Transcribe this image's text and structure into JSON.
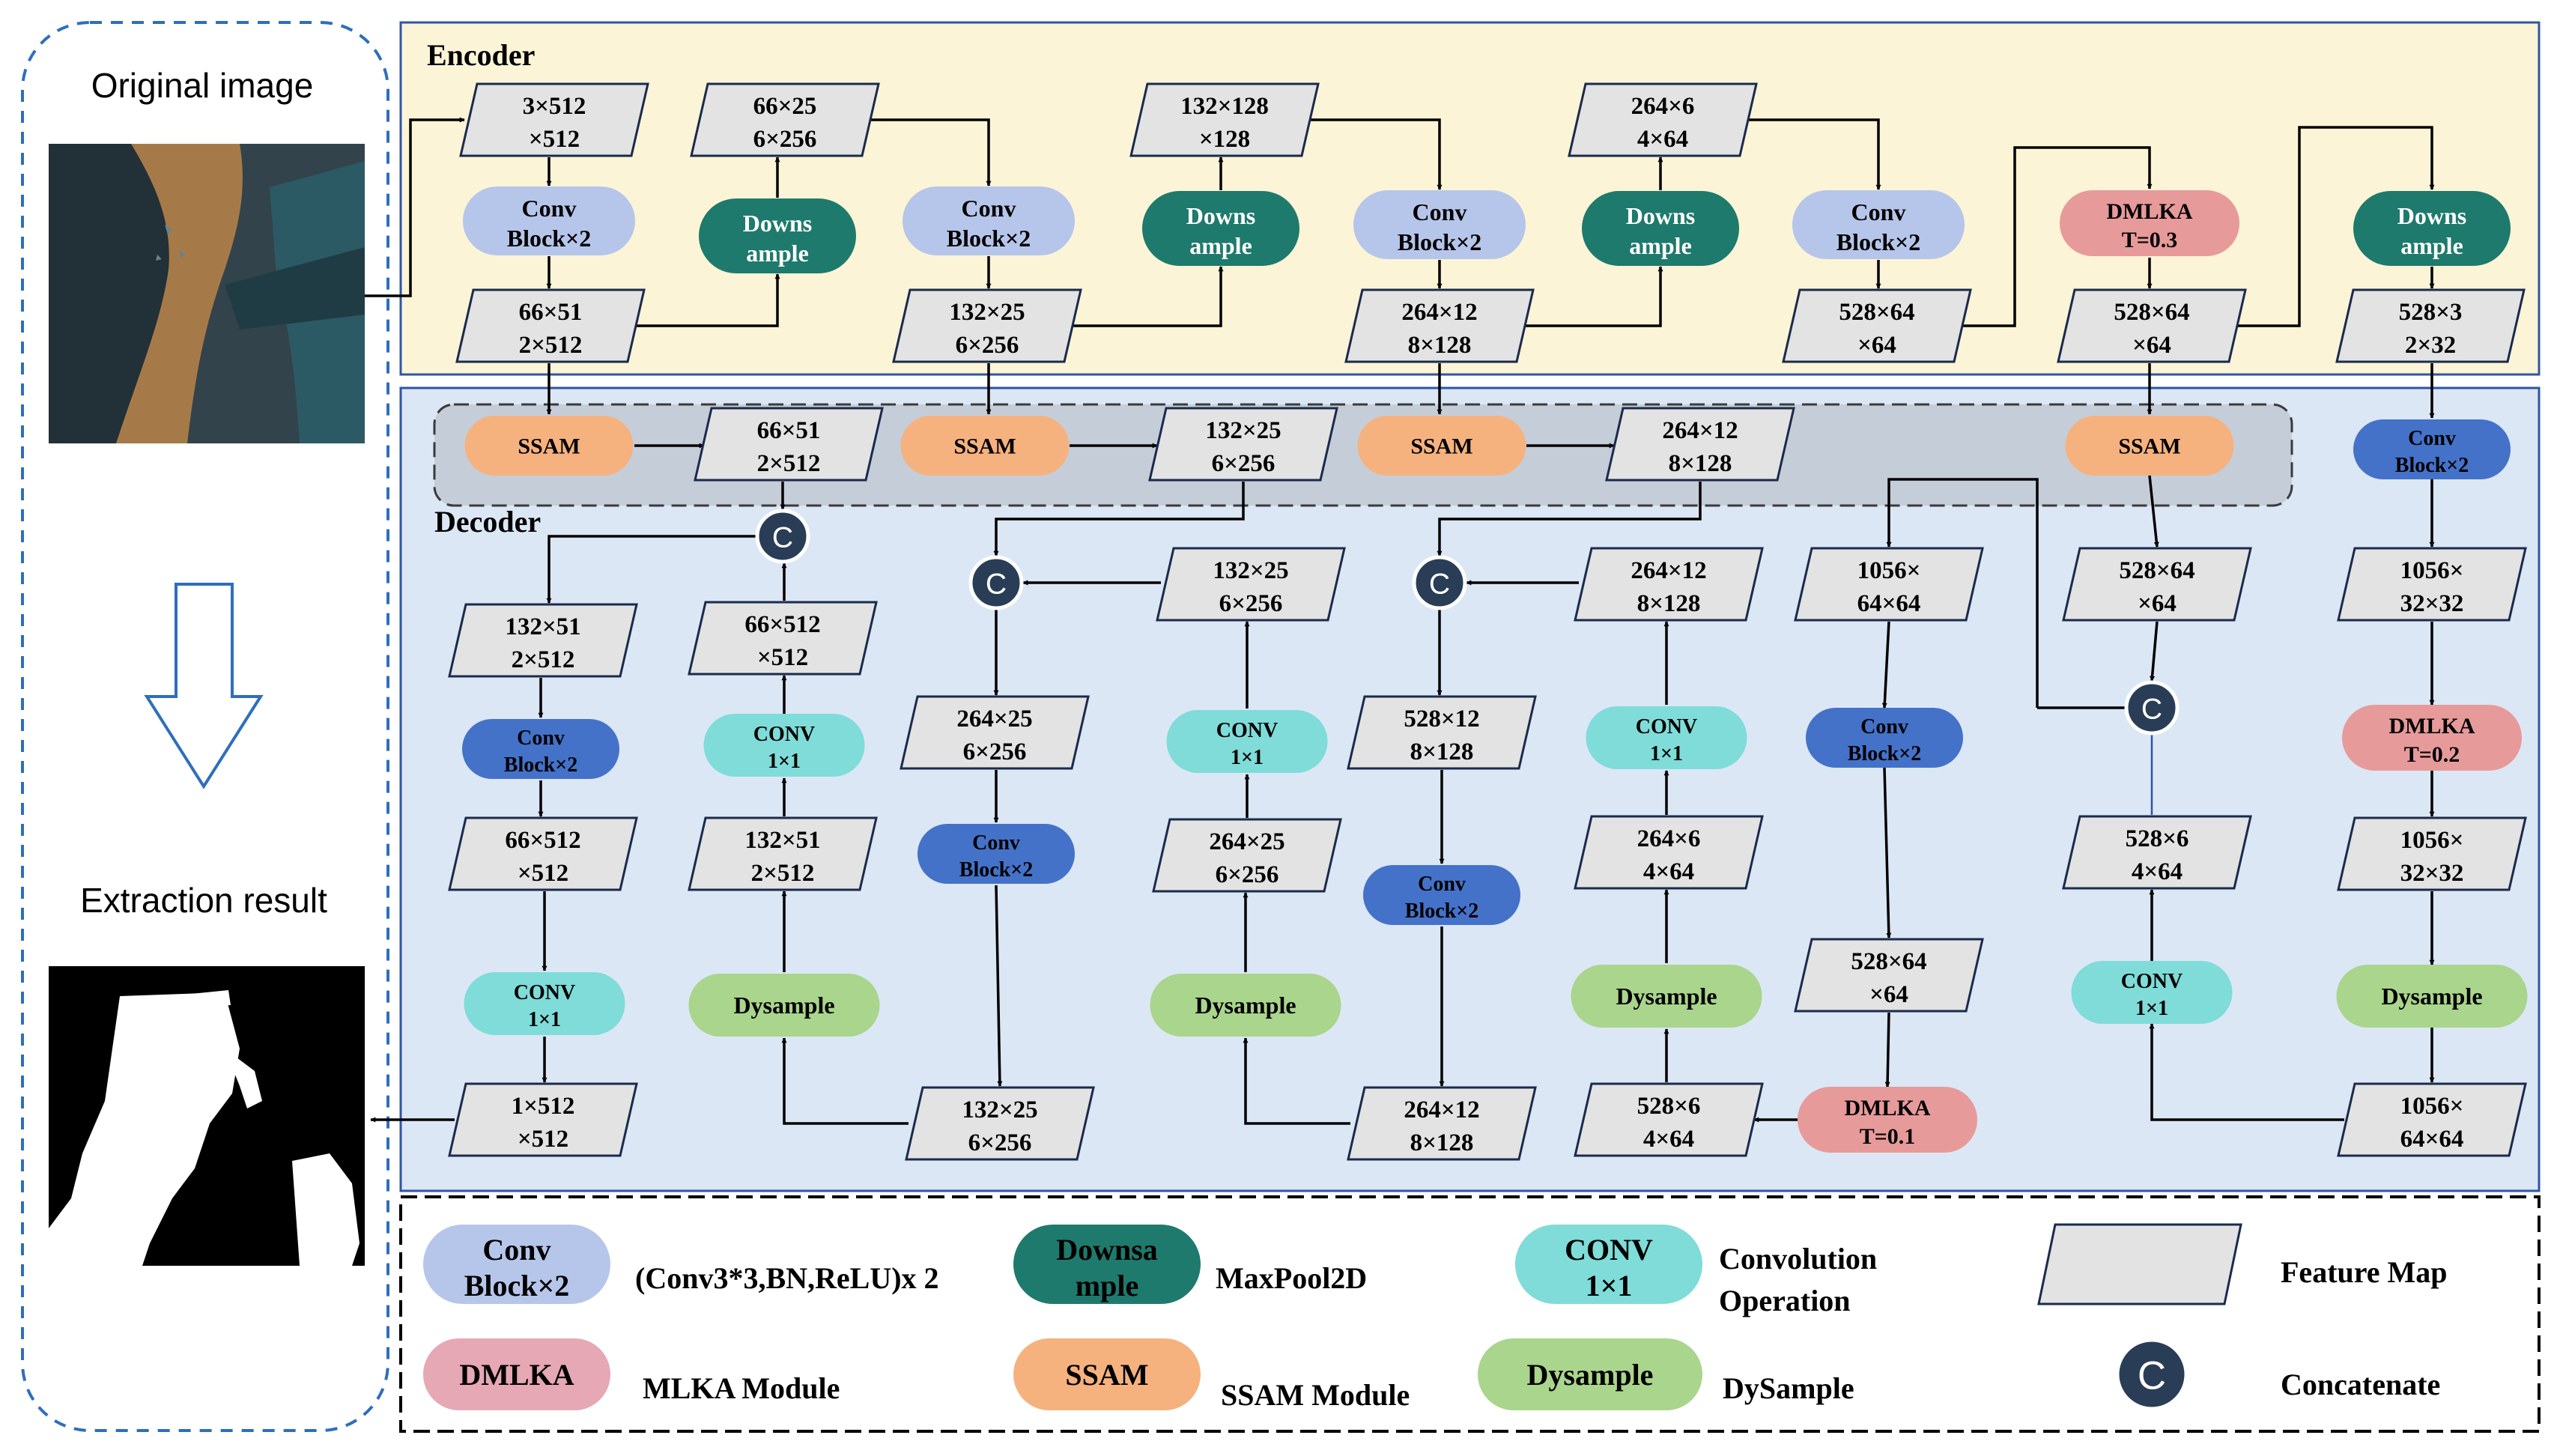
{
  "colors": {
    "encoder_bg": "#fcf4d6",
    "decoder_bg": "#dce7f5",
    "ssam_strip_bg": "#c5cdd9",
    "panel_border": "#2f55a4",
    "dashed_blue": "#2f6ebd",
    "convblock_light": "#b6c6ea",
    "convblock_dark": "#4472c9",
    "downsample": "#1e7a6c",
    "conv1x1": "#7fdcd8",
    "dmlka": "#e79a9a",
    "dmlka_legend": "#e6a8b4",
    "ssam": "#f5b27f",
    "dysample": "#a9d58c",
    "concat": "#2a3d57",
    "feature_fill": "#e3e3e3"
  },
  "left_panel": {
    "original_label": "Original image",
    "result_label": "Extraction result"
  },
  "encoder": {
    "title": "Encoder"
  },
  "decoder": {
    "title": "Decoder"
  },
  "features": [
    {
      "id": "e1",
      "l1": "3×512",
      "l2": "×512"
    },
    {
      "id": "e2",
      "l1": "66×51",
      "l2": "2×512"
    },
    {
      "id": "e3",
      "l1": "66×25",
      "l2": "6×256"
    },
    {
      "id": "e4",
      "l1": "132×25",
      "l2": "6×256"
    },
    {
      "id": "e5",
      "l1": "132×128",
      "l2": "×128"
    },
    {
      "id": "e6",
      "l1": "264×12",
      "l2": "8×128"
    },
    {
      "id": "e7",
      "l1": "264×6",
      "l2": "4×64"
    },
    {
      "id": "e8",
      "l1": "528×64",
      "l2": "×64"
    },
    {
      "id": "e9",
      "l1": "528×64",
      "l2": "×64"
    },
    {
      "id": "e10",
      "l1": "528×3",
      "l2": "2×32"
    },
    {
      "id": "s1",
      "l1": "66×51",
      "l2": "2×512"
    },
    {
      "id": "s2",
      "l1": "132×25",
      "l2": "6×256"
    },
    {
      "id": "s3",
      "l1": "264×12",
      "l2": "8×128"
    },
    {
      "id": "d1a",
      "l1": "132×51",
      "l2": "2×512"
    },
    {
      "id": "d1b",
      "l1": "66×512",
      "l2": "×512"
    },
    {
      "id": "d1c",
      "l1": "1×512",
      "l2": "×512"
    },
    {
      "id": "d2a",
      "l1": "66×512",
      "l2": "×512"
    },
    {
      "id": "d2b",
      "l1": "132×51",
      "l2": "2×512"
    },
    {
      "id": "d3a",
      "l1": "264×25",
      "l2": "6×256"
    },
    {
      "id": "d3b",
      "l1": "132×25",
      "l2": "6×256"
    },
    {
      "id": "d4a",
      "l1": "132×25",
      "l2": "6×256"
    },
    {
      "id": "d4b",
      "l1": "264×25",
      "l2": "6×256"
    },
    {
      "id": "d5a",
      "l1": "528×12",
      "l2": "8×128"
    },
    {
      "id": "d5b",
      "l1": "264×12",
      "l2": "8×128"
    },
    {
      "id": "d6a",
      "l1": "264×12",
      "l2": "8×128"
    },
    {
      "id": "d6b",
      "l1": "264×6",
      "l2": "4×64"
    },
    {
      "id": "d6c",
      "l1": "528×6",
      "l2": "4×64"
    },
    {
      "id": "d7a",
      "l1": "1056×",
      "l2": "64×64"
    },
    {
      "id": "d7b",
      "l1": "528×64",
      "l2": "×64"
    },
    {
      "id": "d8a",
      "l1": "528×64",
      "l2": "×64"
    },
    {
      "id": "d8b",
      "l1": "528×6",
      "l2": "4×64"
    },
    {
      "id": "d9a",
      "l1": "1056×",
      "l2": "32×32"
    },
    {
      "id": "d9b",
      "l1": "1056×",
      "l2": "32×32"
    },
    {
      "id": "d9c",
      "l1": "1056×",
      "l2": "64×64"
    }
  ],
  "modules": [
    {
      "id": "m_cb1",
      "type": "convblock_light",
      "l1": "Conv",
      "l2": "Block×2"
    },
    {
      "id": "m_ds1",
      "type": "downsample",
      "l1": "Downs",
      "l2": "ample"
    },
    {
      "id": "m_cb2",
      "type": "convblock_light",
      "l1": "Conv",
      "l2": "Block×2"
    },
    {
      "id": "m_ds2",
      "type": "downsample",
      "l1": "Downs",
      "l2": "ample"
    },
    {
      "id": "m_cb3",
      "type": "convblock_light",
      "l1": "Conv",
      "l2": "Block×2"
    },
    {
      "id": "m_ds3",
      "type": "downsample",
      "l1": "Downs",
      "l2": "ample"
    },
    {
      "id": "m_cb4",
      "type": "convblock_light",
      "l1": "Conv",
      "l2": "Block×2"
    },
    {
      "id": "m_dmlka03",
      "type": "dmlka",
      "l1": "DMLKA",
      "l2": "T=0.3"
    },
    {
      "id": "m_ds4",
      "type": "downsample",
      "l1": "Downs",
      "l2": "ample"
    },
    {
      "id": "m_ssam1",
      "type": "ssam",
      "l1": "SSAM",
      "l2": ""
    },
    {
      "id": "m_ssam2",
      "type": "ssam",
      "l1": "SSAM",
      "l2": ""
    },
    {
      "id": "m_ssam3",
      "type": "ssam",
      "l1": "SSAM",
      "l2": ""
    },
    {
      "id": "m_ssam4",
      "type": "ssam",
      "l1": "SSAM",
      "l2": ""
    },
    {
      "id": "m_cbb",
      "type": "convblock_dark",
      "l1": "Conv",
      "l2": "Block×2"
    },
    {
      "id": "m_d1cb",
      "type": "convblock_dark",
      "l1": "Conv",
      "l2": "Block×2"
    },
    {
      "id": "m_d1conv",
      "type": "conv1x1",
      "l1": "CONV",
      "l2": "1×1"
    },
    {
      "id": "m_d2conv",
      "type": "conv1x1",
      "l1": "CONV",
      "l2": "1×1"
    },
    {
      "id": "m_d2dys",
      "type": "dysample",
      "l1": "Dysample",
      "l2": ""
    },
    {
      "id": "m_d3cb",
      "type": "convblock_dark",
      "l1": "Conv",
      "l2": "Block×2"
    },
    {
      "id": "m_d4conv",
      "type": "conv1x1",
      "l1": "CONV",
      "l2": "1×1"
    },
    {
      "id": "m_d4dys",
      "type": "dysample",
      "l1": "Dysample",
      "l2": ""
    },
    {
      "id": "m_d5cb",
      "type": "convblock_dark",
      "l1": "Conv",
      "l2": "Block×2"
    },
    {
      "id": "m_d6conv",
      "type": "conv1x1",
      "l1": "CONV",
      "l2": "1×1"
    },
    {
      "id": "m_d6dys",
      "type": "dysample",
      "l1": "Dysample",
      "l2": ""
    },
    {
      "id": "m_d7cb",
      "type": "convblock_dark",
      "l1": "Conv",
      "l2": "Block×2"
    },
    {
      "id": "m_dmlka01",
      "type": "dmlka",
      "l1": "DMLKA",
      "l2": "T=0.1"
    },
    {
      "id": "m_d8conv",
      "type": "conv1x1",
      "l1": "CONV",
      "l2": "1×1"
    },
    {
      "id": "m_dmlka02",
      "type": "dmlka",
      "l1": "DMLKA",
      "l2": "T=0.2"
    },
    {
      "id": "m_d9dys",
      "type": "dysample",
      "l1": "Dysample",
      "l2": ""
    }
  ],
  "concat_label": "C",
  "legend": [
    {
      "id": "lg_cb",
      "shape": "convblock_light",
      "l1": "Conv",
      "l2": "Block×2",
      "desc1": "(Conv3*3,BN,ReLU)x 2",
      "desc2": ""
    },
    {
      "id": "lg_ds",
      "shape": "downsample",
      "l1": "Downsa",
      "l2": "mple",
      "desc1": "MaxPool2D",
      "desc2": ""
    },
    {
      "id": "lg_conv",
      "shape": "conv1x1",
      "l1": "CONV",
      "l2": "1×1",
      "desc1": "Convolution",
      "desc2": "Operation"
    },
    {
      "id": "lg_fm",
      "shape": "feature",
      "l1": "",
      "l2": "",
      "desc1": "Feature Map",
      "desc2": ""
    },
    {
      "id": "lg_dmlka",
      "shape": "dmlka_legend",
      "l1": "DMLKA",
      "l2": "",
      "desc1": "MLKA Module",
      "desc2": ""
    },
    {
      "id": "lg_ssam",
      "shape": "ssam",
      "l1": "SSAM",
      "l2": "",
      "desc1": "SSAM Module",
      "desc2": ""
    },
    {
      "id": "lg_dys",
      "shape": "dysample",
      "l1": "Dysample",
      "l2": "",
      "desc1": "DySample",
      "desc2": ""
    },
    {
      "id": "lg_c",
      "shape": "concat",
      "l1": "C",
      "l2": "",
      "desc1": "Concatenate",
      "desc2": ""
    }
  ]
}
